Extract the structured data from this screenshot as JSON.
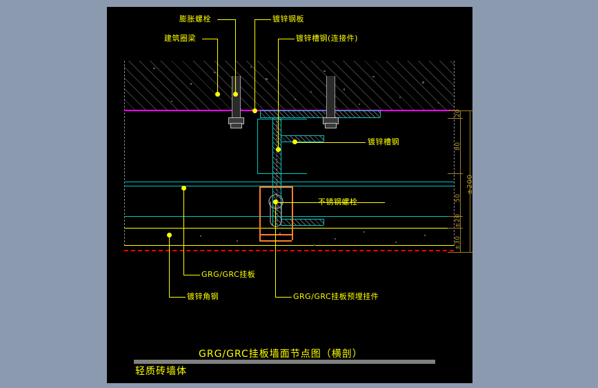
{
  "drawing": {
    "background_color": "#8c9ab0",
    "canvas_color": "#000000",
    "title": "GRG/GRC挂板墙面节点图（横剖）",
    "wall_note": "轻质砖墙体"
  },
  "labels": {
    "expansion_bolt": "膨胀螺栓",
    "galv_steel_plate": "镀锌钢板",
    "building_ring_beam": "建筑圈梁",
    "galv_channel_connector": "镀锌槽钢(连接件)",
    "galv_channel": "镀锌槽钢",
    "stainless_bolt": "不锈钢螺栓",
    "grg_grc_panel": "GRG/GRC挂板",
    "galv_angle_steel": "镀锌角钢",
    "grg_grc_embedded": "GRG/GRC挂板预埋挂件"
  },
  "dimensions": {
    "d1": "20",
    "d2": "80",
    "d3": "50",
    "d4": "±20",
    "d5": "±30",
    "total": "±200"
  },
  "colors": {
    "label_yellow": "#ffff00",
    "steel_cyan": "#00c8c8",
    "beam_magenta": "#ff00ff",
    "embed_orange": "#ff7f27",
    "centerline_red": "#ff0000",
    "dimension_olive": "#a08020",
    "hatch_gray": "#808080"
  }
}
